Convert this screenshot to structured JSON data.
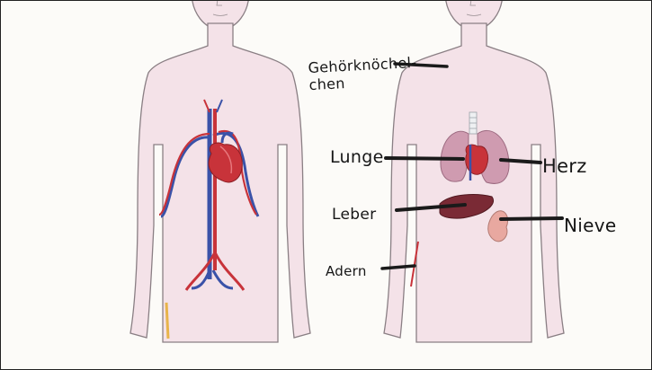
{
  "labels": {
    "gehoerknoechelchen_line1": "Gehörknöchel-",
    "gehoerknoechelchen_line2": "chen",
    "lunge": "Lunge",
    "herz": "Herz",
    "leber": "Leber",
    "niere": "Nieve",
    "adern": "Adern"
  },
  "colors": {
    "background": "#fcfbf8",
    "body_fill": "#f4e2e8",
    "body_outline": "#8a7f84",
    "artery": "#c8333a",
    "vein": "#3a52a8",
    "heart": "#c8333a",
    "lung": "#cf9bb0",
    "liver": "#7a2a35",
    "kidney": "#e8a8a0",
    "pointer_line": "#1a1a1a"
  }
}
